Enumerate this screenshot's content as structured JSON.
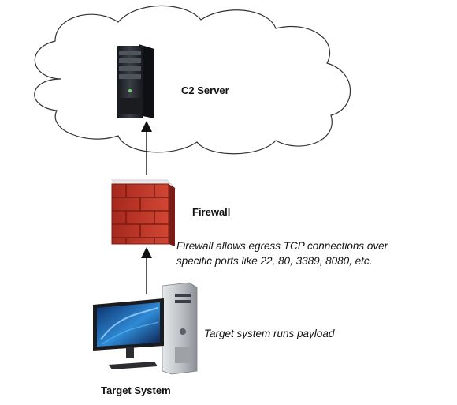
{
  "nodes": {
    "c2_server": {
      "label": "C2 Server"
    },
    "firewall": {
      "label": "Firewall"
    },
    "target_system": {
      "label": "Target System"
    }
  },
  "annotations": {
    "firewall_note_line1": "Firewall allows egress TCP connections over",
    "firewall_note_line2": "specific ports like 22, 80, 3389, 8080, etc.",
    "target_note": "Target system runs payload"
  },
  "icons": {
    "cloud": "cloud-icon",
    "server": "server-tower-icon",
    "firewall": "brick-wall-icon",
    "workstation": "desktop-computer-icon"
  },
  "colors": {
    "brick": "#c0392b",
    "brick_dark": "#7b1d14",
    "server_body": "#1f2227",
    "monitor_screen": "#1f5fa8",
    "tower_silver": "#c9ccd0",
    "arrow": "#111111"
  }
}
